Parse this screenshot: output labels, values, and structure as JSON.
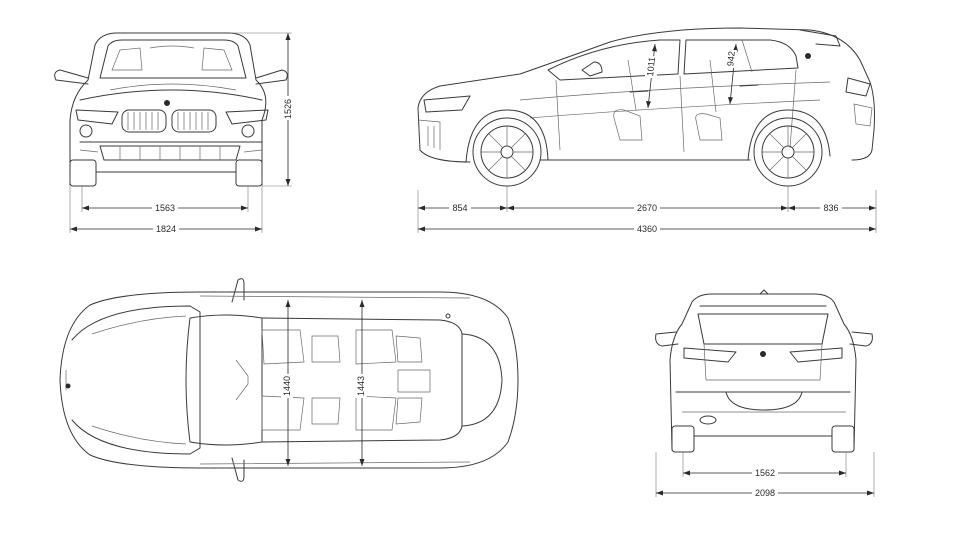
{
  "dimensions": {
    "front_height": "1526",
    "front_track": "1563",
    "front_width": "1824",
    "front_headroom": "1011",
    "rear_headroom": "942",
    "front_overhang": "854",
    "wheelbase": "2670",
    "rear_overhang": "836",
    "overall_length": "4360",
    "front_shoulder": "1440",
    "rear_shoulder": "1443",
    "rear_track": "1562",
    "width_mirrors": "2098"
  },
  "colors": {
    "line": "#3a3a3a",
    "background": "#ffffff"
  },
  "icons": [
    "bmw-logo-icon"
  ]
}
